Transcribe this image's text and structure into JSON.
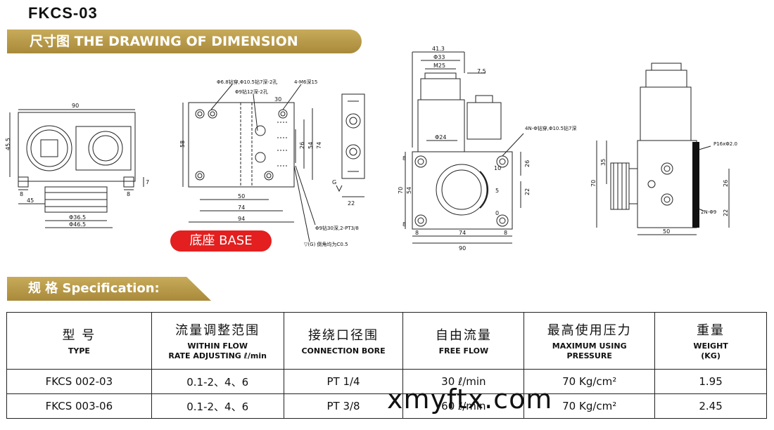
{
  "header": {
    "model": "FKCS-03",
    "section_title": "尺寸图 THE DRAWING OF DIMENSION"
  },
  "base_label": "底座 BASE",
  "drawings": {
    "front": {
      "dims": {
        "width": "90",
        "height": "45.5",
        "left_foot": "8",
        "right_foot": "8",
        "inlet_offset": "45",
        "right_gap": "7",
        "dia_inner": "Φ36.5",
        "dia_outer": "Φ46.5"
      }
    },
    "base": {
      "notes": {
        "drill1": "Φ6.8钻穿,Φ10.5钻7深-2孔",
        "tap": "4-M6深15",
        "drill2": "Φ9钻12深-2孔",
        "bottom1": "Φ9钻30深,2-PT3/8",
        "bottom2_prefix": "▽(",
        "bottom2_symbol": "G",
        "bottom2_suffix": ") 倒角均为C0.5"
      },
      "dims": {
        "top_30": "30",
        "height_58": "58",
        "v_26": "26",
        "v_54": "54",
        "v_74": "74",
        "w_50": "50",
        "w_74": "74",
        "w_94": "94"
      }
    },
    "side_small": {
      "dims": {
        "width": "22",
        "g_label": "G"
      }
    },
    "valve_front": {
      "dims": {
        "w_41_3": "41.3",
        "d_33": "Φ33",
        "m25": "M25",
        "d_7_5": "7.5",
        "d_24": "Φ24",
        "note": "4N-Φ钻穿,Φ10.5钻7深",
        "h_70": "70",
        "h_54": "54",
        "h_8a": "8",
        "h_8b": "8",
        "r_26": "26",
        "r_22": "22",
        "scale_10": "10",
        "scale_5": "5",
        "scale_0": "0",
        "b_8a": "8",
        "b_74": "74",
        "b_8b": "8",
        "b_90": "90"
      }
    },
    "valve_side": {
      "dims": {
        "p16": "P16xΦ2.0",
        "h_70": "70",
        "h_35": "35",
        "r_26": "26",
        "r_22": "22",
        "n_d9": "2N-Φ9",
        "w_50": "50"
      }
    }
  },
  "spec": {
    "banner": "规 格 Specification:",
    "columns": [
      {
        "cn": "型  号",
        "en": [
          "TYPE"
        ]
      },
      {
        "cn": "流量调整范围",
        "en": [
          "WITHIN FLOW",
          "RATE ADJUSTING ℓ/min"
        ]
      },
      {
        "cn": "接绕口径围",
        "en": [
          "CONNECTION BORE"
        ]
      },
      {
        "cn": "自由流量",
        "en": [
          "FREE FLOW"
        ]
      },
      {
        "cn": "最高使用压力",
        "en": [
          "MAXIMUM USING",
          "PRESSURE"
        ]
      },
      {
        "cn": "重量",
        "en": [
          "WEIGHT",
          "(KG)"
        ]
      }
    ],
    "rows": [
      [
        "FKCS 002-03",
        "0.1-2、4、6",
        "PT 1/4",
        "30 ℓ/min",
        "70 Kg/cm²",
        "1.95"
      ],
      [
        "FKCS 003-06",
        "0.1-2、4、6",
        "PT 3/8",
        "60 ℓ/min",
        "70 Kg/cm²",
        "2.45"
      ]
    ]
  },
  "watermark": "xmyftx.com"
}
